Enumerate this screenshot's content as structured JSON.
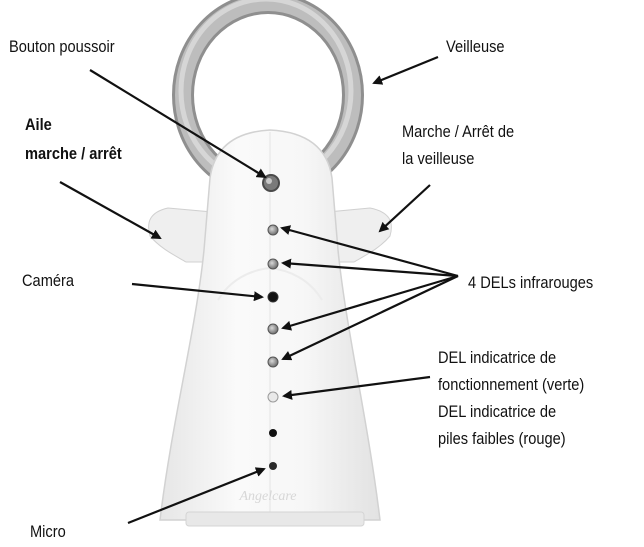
{
  "labels": {
    "bouton": "Bouton poussoir",
    "veilleuse": "Veilleuse",
    "aile_l1": "Aile",
    "aile_l2": "marche / arrêt",
    "marche_l1": "Marche / Arrêt de",
    "marche_l2": "la veilleuse",
    "camera": "Caméra",
    "dels": "4 DELs infrarouges",
    "del_fonct_l1": "DEL indicatrice de",
    "del_fonct_l2": "fonctionnement (verte)",
    "del_piles_l1": "DEL indicatrice de",
    "del_piles_l2": "piles faibles (rouge)",
    "micro": "Micro"
  },
  "device": {
    "brand": "Angelcare"
  },
  "colors": {
    "ring": "#a9a9a9",
    "body": "#f4f4f4",
    "led_ir": "#8a8a8a",
    "lens": "#1a1a1a",
    "arrow": "#111111"
  }
}
